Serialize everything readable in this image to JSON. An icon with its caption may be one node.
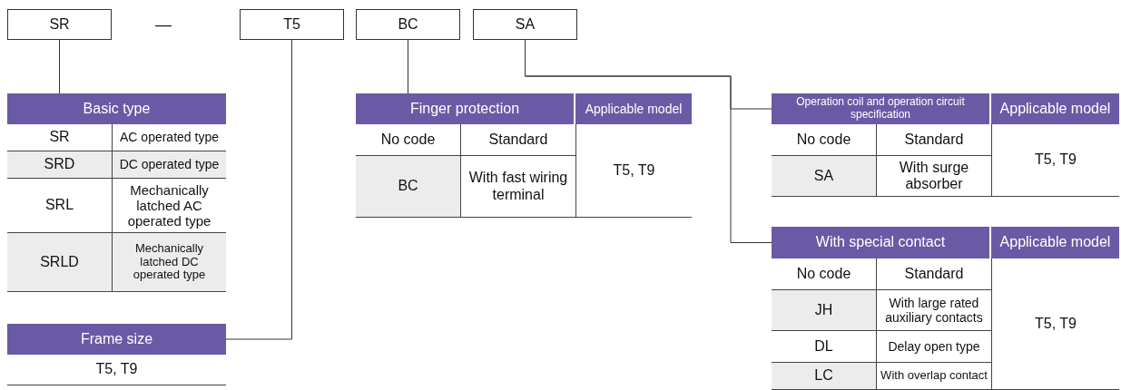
{
  "diagram": {
    "nodes": [
      {
        "text": [
          "SR"
        ]
      },
      {
        "text": [
          "T5"
        ]
      },
      {
        "text": [
          "BC"
        ]
      },
      {
        "text": [
          "SA"
        ]
      },
      {
        "text": [
          "Basic type"
        ]
      },
      {
        "text": [
          "Finger protection"
        ]
      },
      {
        "text": [
          "Applicable model"
        ]
      },
      {
        "text": [
          "Operation coil and operation circuit specification"
        ]
      },
      {
        "text": [
          "Applicable model"
        ]
      },
      {
        "text": [
          "With special contact"
        ]
      },
      {
        "text": [
          "Applicable model"
        ]
      },
      {
        "text": [
          "Frame size"
        ]
      }
    ],
    "edges": [
      {
        "from": 0,
        "to": 4,
        "arrow": "none"
      },
      {
        "from": 1,
        "to": 11,
        "arrow": "none"
      },
      {
        "from": 2,
        "to": 5,
        "arrow": "none"
      },
      {
        "from": 3,
        "to": 7,
        "arrow": "none"
      },
      {
        "from": 3,
        "to": 9,
        "arrow": "none"
      }
    ],
    "labels": [
      "—",
      "SR",
      "AC operated type",
      "SRD",
      "DC operated type",
      "SRL",
      "Mechanically latched AC operated type",
      "SRLD",
      "Mechanically latched DC operated type",
      "T5, T9",
      "No code",
      "Standard",
      "T5, T9",
      "BC",
      "With fast wiring terminal",
      "No code",
      "Standard",
      "T5, T9",
      "SA",
      "With surge absorber",
      "No code",
      "Standard",
      "T5, T9",
      "JH",
      "With large rated auxiliary contacts",
      "DL",
      "Delay open type",
      "LC",
      "With overlap contact"
    ]
  }
}
